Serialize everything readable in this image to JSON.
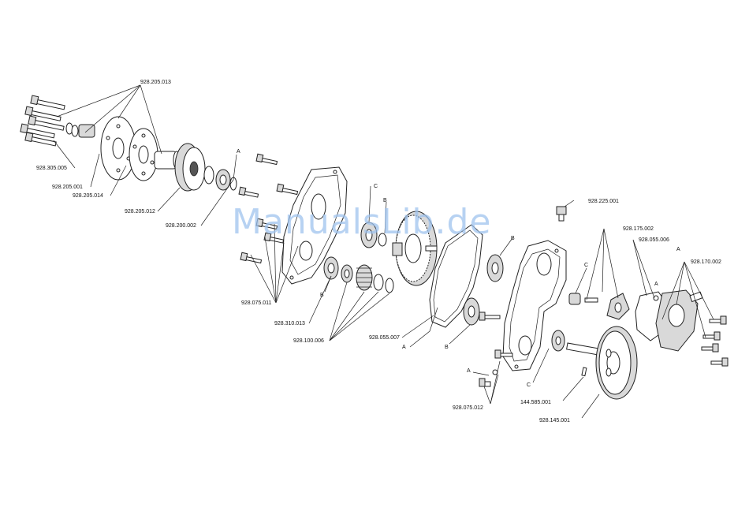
{
  "watermark": "ManualsLib.de",
  "part_labels": [
    {
      "id": "l1",
      "text": "928.205.013"
    },
    {
      "id": "l2",
      "text": "928.305.005"
    },
    {
      "id": "l3",
      "text": "928.205.001"
    },
    {
      "id": "l4",
      "text": "928.205.014"
    },
    {
      "id": "l5",
      "text": "928.205.012"
    },
    {
      "id": "l6",
      "text": "928.200.002"
    },
    {
      "id": "l7",
      "text": "928.075.011"
    },
    {
      "id": "l8",
      "text": "928.310.013"
    },
    {
      "id": "l9",
      "text": "928.100.006"
    },
    {
      "id": "l10",
      "text": "928.055.007"
    },
    {
      "id": "l11",
      "text": "928.075.012"
    },
    {
      "id": "l12",
      "text": "928.225.001"
    },
    {
      "id": "l13",
      "text": "928.175.002"
    },
    {
      "id": "l14",
      "text": "928.055.006"
    },
    {
      "id": "l15",
      "text": "928.170.002"
    },
    {
      "id": "l16",
      "text": "144.585.001"
    },
    {
      "id": "l17",
      "text": "928.145.001"
    }
  ],
  "reference_letters": {
    "A": "A",
    "B": "B",
    "C": "C"
  }
}
